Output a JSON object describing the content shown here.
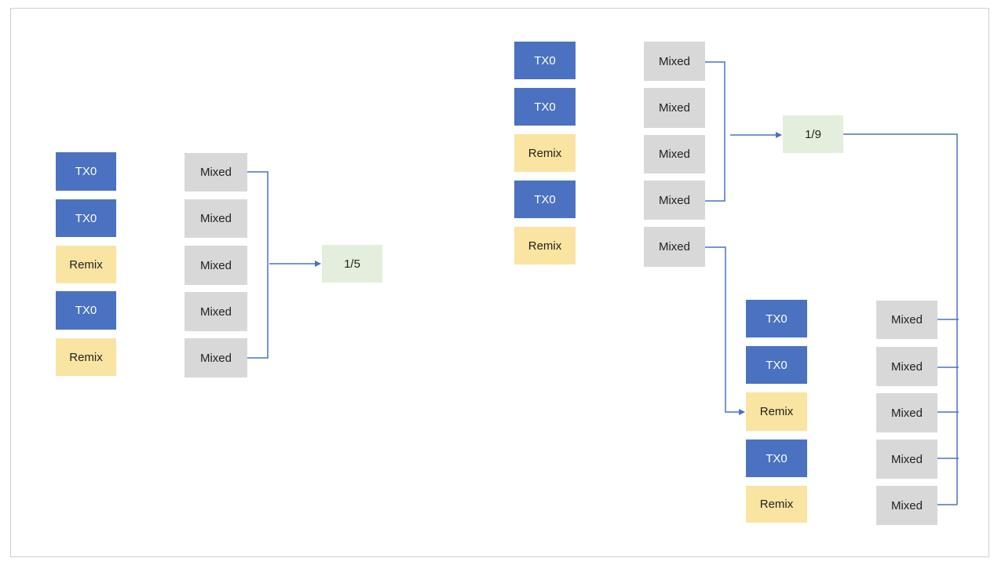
{
  "colors": {
    "tx0": "#4a72c0",
    "remix": "#f9e4a2",
    "mixed": "#d8d8d8",
    "ratio": "#e3efdc",
    "connector": "#4a72c0"
  },
  "diagram_a": {
    "inputs": [
      "TX0",
      "TX0",
      "Remix",
      "TX0",
      "Remix"
    ],
    "outputs": [
      "Mixed",
      "Mixed",
      "Mixed",
      "Mixed",
      "Mixed"
    ],
    "ratio": "1/5"
  },
  "diagram_b": {
    "round1_inputs": [
      "TX0",
      "TX0",
      "Remix",
      "TX0",
      "Remix"
    ],
    "round1_outputs": [
      "Mixed",
      "Mixed",
      "Mixed",
      "Mixed",
      "Mixed"
    ],
    "ratio": "1/9",
    "round2_inputs": [
      "TX0",
      "TX0",
      "Remix",
      "TX0",
      "Remix"
    ],
    "round2_outputs": [
      "Mixed",
      "Mixed",
      "Mixed",
      "Mixed",
      "Mixed"
    ]
  }
}
